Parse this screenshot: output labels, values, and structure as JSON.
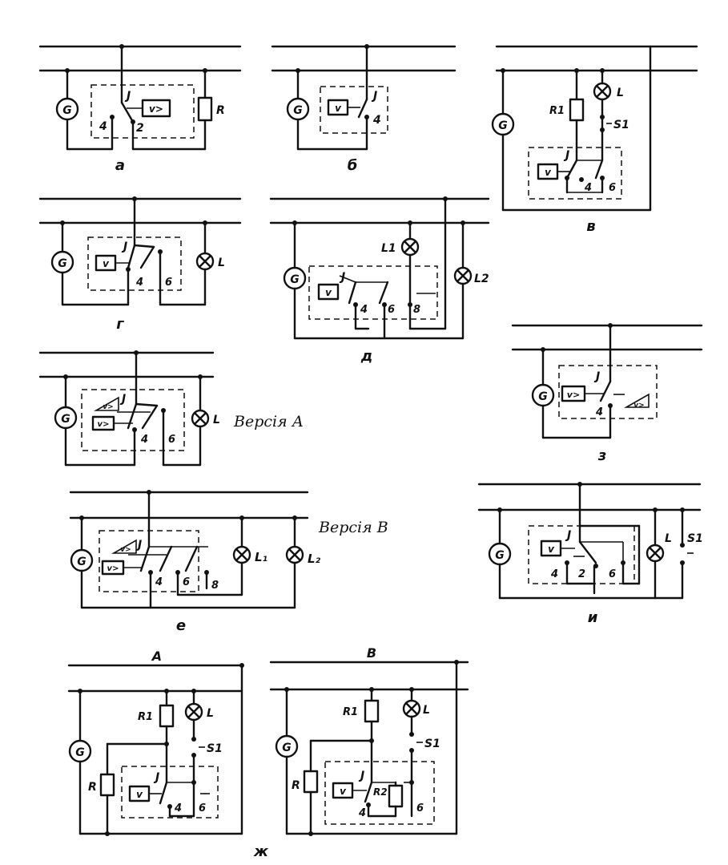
{
  "labels": {
    "fig_a": "а",
    "fig_b": "б",
    "fig_v": "в",
    "fig_g": "г",
    "fig_d": "д",
    "fig_e": "е",
    "fig_z": "з",
    "fig_i": "и",
    "fig_zh": "ж",
    "version_a": "Версія А",
    "version_b": "Версія В",
    "zh_a": "A",
    "zh_b": "B"
  },
  "components": {
    "generator": "G",
    "relay": "v",
    "relay_over": "v>",
    "resistor": "R",
    "resistor_1": "R1",
    "resistor_2": "R2",
    "lamp": "L",
    "lamp_1": "L1",
    "lamp_2": "L2",
    "lamp_sub_1": "L₁",
    "lamp_sub_2": "L₂",
    "switch": "S1"
  },
  "terminals": {
    "j": "J",
    "t4": "4",
    "t2": "2",
    "t6": "6",
    "t8": "8"
  }
}
